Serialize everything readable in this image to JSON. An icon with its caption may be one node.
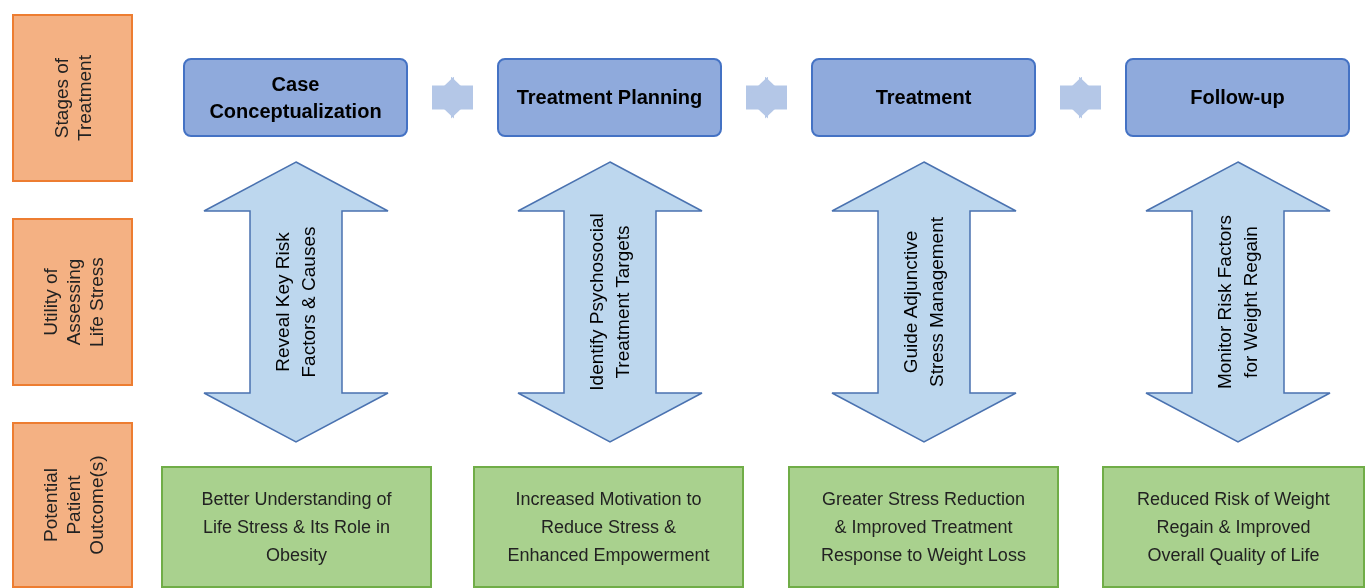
{
  "diagram": {
    "nodes": [
      {
        "text": [
          "Stages of Treatment"
        ]
      },
      {
        "text": [
          "Case Conceptualization"
        ]
      },
      {
        "text": [
          "Treatment Planning"
        ]
      },
      {
        "text": [
          "Treatment"
        ]
      },
      {
        "text": [
          "Follow-up"
        ]
      },
      {
        "text": [
          "Utility of Assessing Life Stress"
        ]
      },
      {
        "text": [
          "Reveal Key Risk Factors & Causes"
        ]
      },
      {
        "text": [
          "Identify Psychosocial Treatment Targets"
        ]
      },
      {
        "text": [
          "Guide Adjunctive Stress Management"
        ]
      },
      {
        "text": [
          "Monitor Risk Factors for Weight Regain"
        ]
      },
      {
        "text": [
          "Potential Patient Outcome(s)"
        ]
      },
      {
        "text": [
          "Better Understanding of Life Stress & Its Role in Obesity"
        ]
      },
      {
        "text": [
          "Increased Motivation to Reduce Stress & Enhanced Empowerment"
        ]
      },
      {
        "text": [
          "Greater Stress Reduction & Improved Treatment Response to Weight Loss"
        ]
      },
      {
        "text": [
          "Reduced Risk of Weight Regain & Improved Overall Quality of Life"
        ]
      }
    ],
    "edges": [
      {
        "from": 1,
        "to": 2,
        "arrow": "both"
      },
      {
        "from": 2,
        "to": 3,
        "arrow": "both"
      },
      {
        "from": 3,
        "to": 4,
        "arrow": "both"
      }
    ]
  }
}
